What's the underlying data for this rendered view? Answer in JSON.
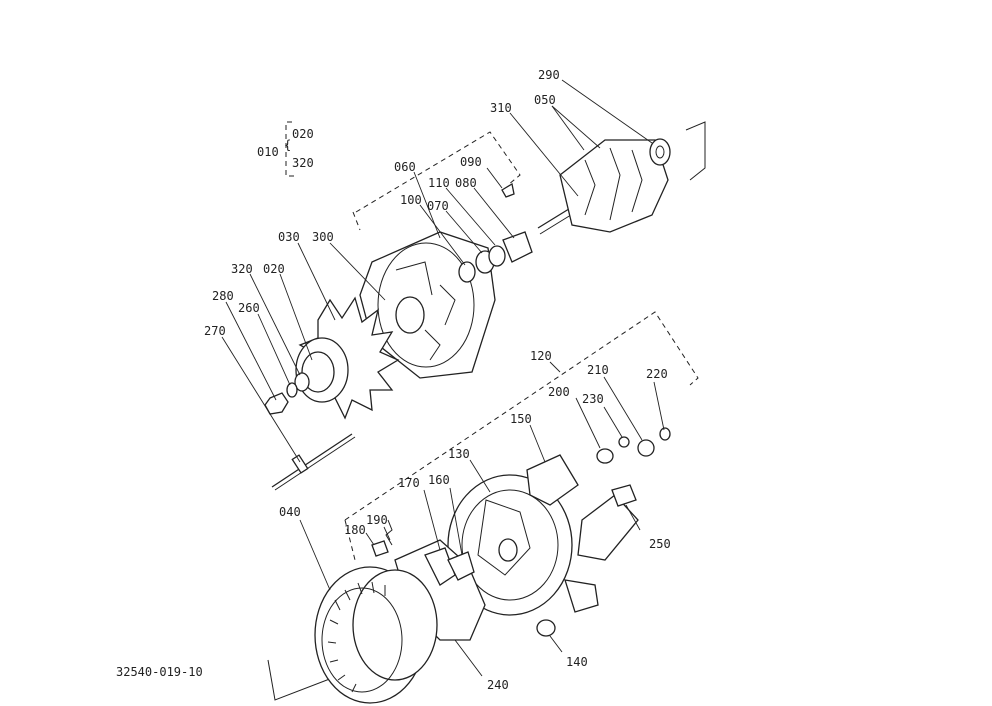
{
  "drawing_number": "32540-019-10",
  "group": {
    "label": "010",
    "items": [
      "020",
      "320"
    ]
  },
  "callouts": [
    {
      "id": "290",
      "label": "290"
    },
    {
      "id": "310",
      "label": "310"
    },
    {
      "id": "050",
      "label": "050"
    },
    {
      "id": "060",
      "label": "060"
    },
    {
      "id": "090",
      "label": "090"
    },
    {
      "id": "110",
      "label": "110"
    },
    {
      "id": "080",
      "label": "080"
    },
    {
      "id": "100",
      "label": "100"
    },
    {
      "id": "070",
      "label": "070"
    },
    {
      "id": "030",
      "label": "030"
    },
    {
      "id": "300",
      "label": "300"
    },
    {
      "id": "320",
      "label": "320"
    },
    {
      "id": "020",
      "label": "020"
    },
    {
      "id": "280",
      "label": "280"
    },
    {
      "id": "260",
      "label": "260"
    },
    {
      "id": "270",
      "label": "270"
    },
    {
      "id": "120",
      "label": "120"
    },
    {
      "id": "210",
      "label": "210"
    },
    {
      "id": "220",
      "label": "220"
    },
    {
      "id": "200",
      "label": "200"
    },
    {
      "id": "230",
      "label": "230"
    },
    {
      "id": "150",
      "label": "150"
    },
    {
      "id": "130",
      "label": "130"
    },
    {
      "id": "170",
      "label": "170"
    },
    {
      "id": "160",
      "label": "160"
    },
    {
      "id": "190",
      "label": "190"
    },
    {
      "id": "180",
      "label": "180"
    },
    {
      "id": "040",
      "label": "040"
    },
    {
      "id": "250",
      "label": "250"
    },
    {
      "id": "140",
      "label": "140"
    },
    {
      "id": "240",
      "label": "240"
    }
  ]
}
